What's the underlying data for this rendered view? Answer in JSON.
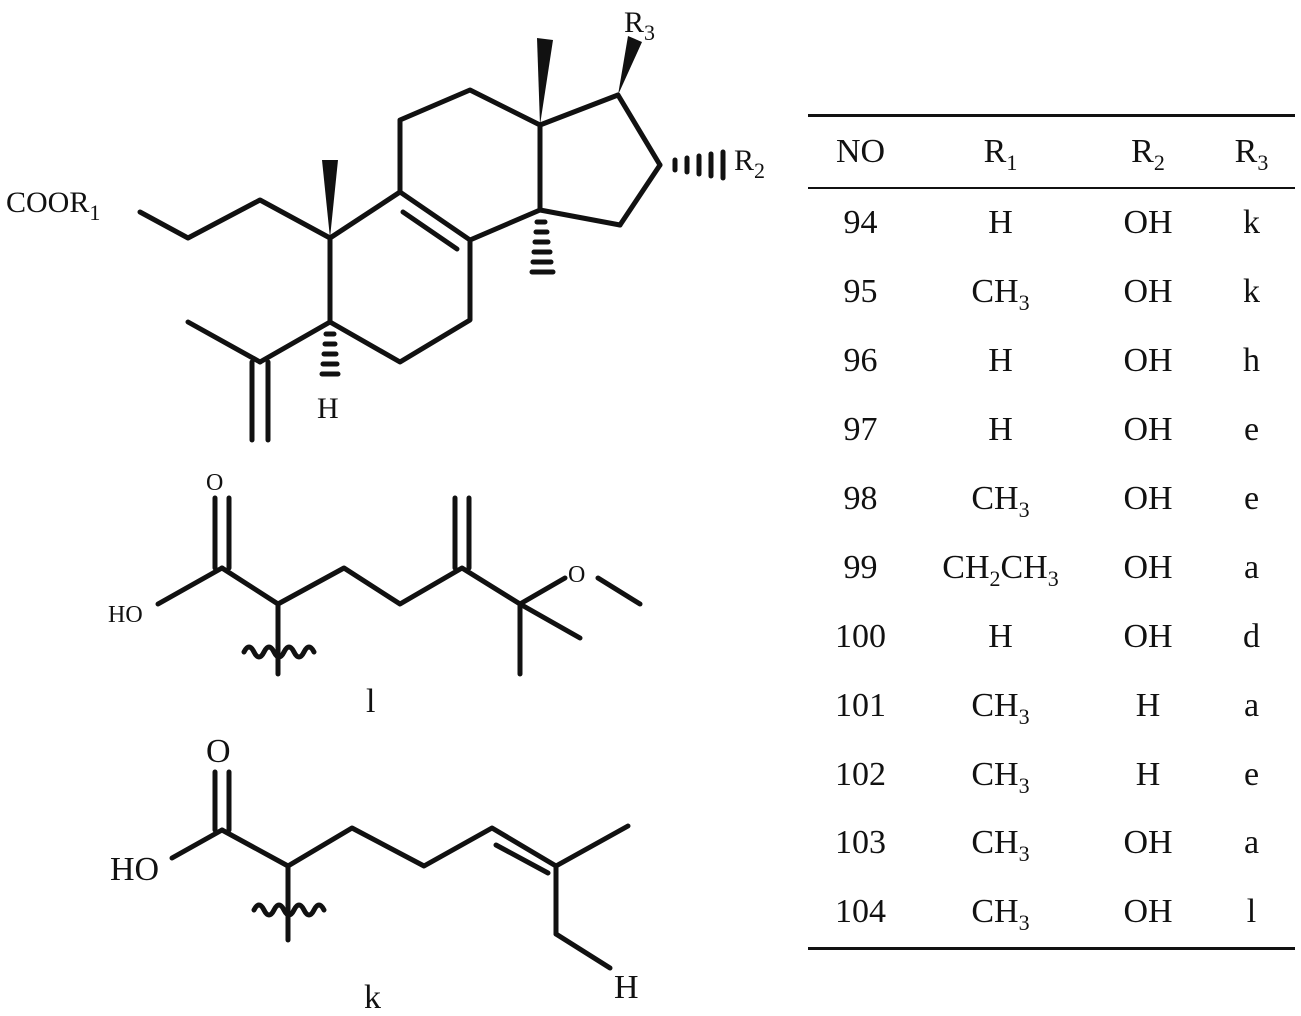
{
  "main_structure": {
    "labels": {
      "r3": "R",
      "r3_sub": "3",
      "r2": "R",
      "r2_sub": "2",
      "coor1": "COOR",
      "coor1_sub": "1",
      "h": "H"
    }
  },
  "substituent_l": {
    "name": "l",
    "labels": {
      "o_carbonyl": "O",
      "ho": "HO",
      "o_ether": "O"
    }
  },
  "substituent_k": {
    "name": "k",
    "labels": {
      "o_carbonyl": "O",
      "ho": "HO",
      "h": "H"
    }
  },
  "table": {
    "headers": {
      "no": "NO",
      "r1": "R",
      "r1_sub": "1",
      "r2": "R",
      "r2_sub": "2",
      "r3": "R",
      "r3_sub": "3"
    },
    "rows": [
      {
        "no": "94",
        "r1": "H",
        "r1_sub": "",
        "r1_tail": "",
        "r1_tail_sub": "",
        "r2": "OH",
        "r3": "k"
      },
      {
        "no": "95",
        "r1": "CH",
        "r1_sub": "3",
        "r1_tail": "",
        "r1_tail_sub": "",
        "r2": "OH",
        "r3": "k"
      },
      {
        "no": "96",
        "r1": "H",
        "r1_sub": "",
        "r1_tail": "",
        "r1_tail_sub": "",
        "r2": "OH",
        "r3": "h"
      },
      {
        "no": "97",
        "r1": "H",
        "r1_sub": "",
        "r1_tail": "",
        "r1_tail_sub": "",
        "r2": "OH",
        "r3": "e"
      },
      {
        "no": "98",
        "r1": "CH",
        "r1_sub": "3",
        "r1_tail": "",
        "r1_tail_sub": "",
        "r2": "OH",
        "r3": "e"
      },
      {
        "no": "99",
        "r1": "CH",
        "r1_sub": "2",
        "r1_tail": "CH",
        "r1_tail_sub": "3",
        "r2": "OH",
        "r3": "a"
      },
      {
        "no": "100",
        "r1": "H",
        "r1_sub": "",
        "r1_tail": "",
        "r1_tail_sub": "",
        "r2": "OH",
        "r3": "d"
      },
      {
        "no": "101",
        "r1": "CH",
        "r1_sub": "3",
        "r1_tail": "",
        "r1_tail_sub": "",
        "r2": "H",
        "r3": "a"
      },
      {
        "no": "102",
        "r1": "CH",
        "r1_sub": "3",
        "r1_tail": "",
        "r1_tail_sub": "",
        "r2": "H",
        "r3": "e"
      },
      {
        "no": "103",
        "r1": "CH",
        "r1_sub": "3",
        "r1_tail": "",
        "r1_tail_sub": "",
        "r2": "OH",
        "r3": "a"
      },
      {
        "no": "104",
        "r1": "CH",
        "r1_sub": "3",
        "r1_tail": "",
        "r1_tail_sub": "",
        "r2": "OH",
        "r3": "l"
      }
    ]
  }
}
